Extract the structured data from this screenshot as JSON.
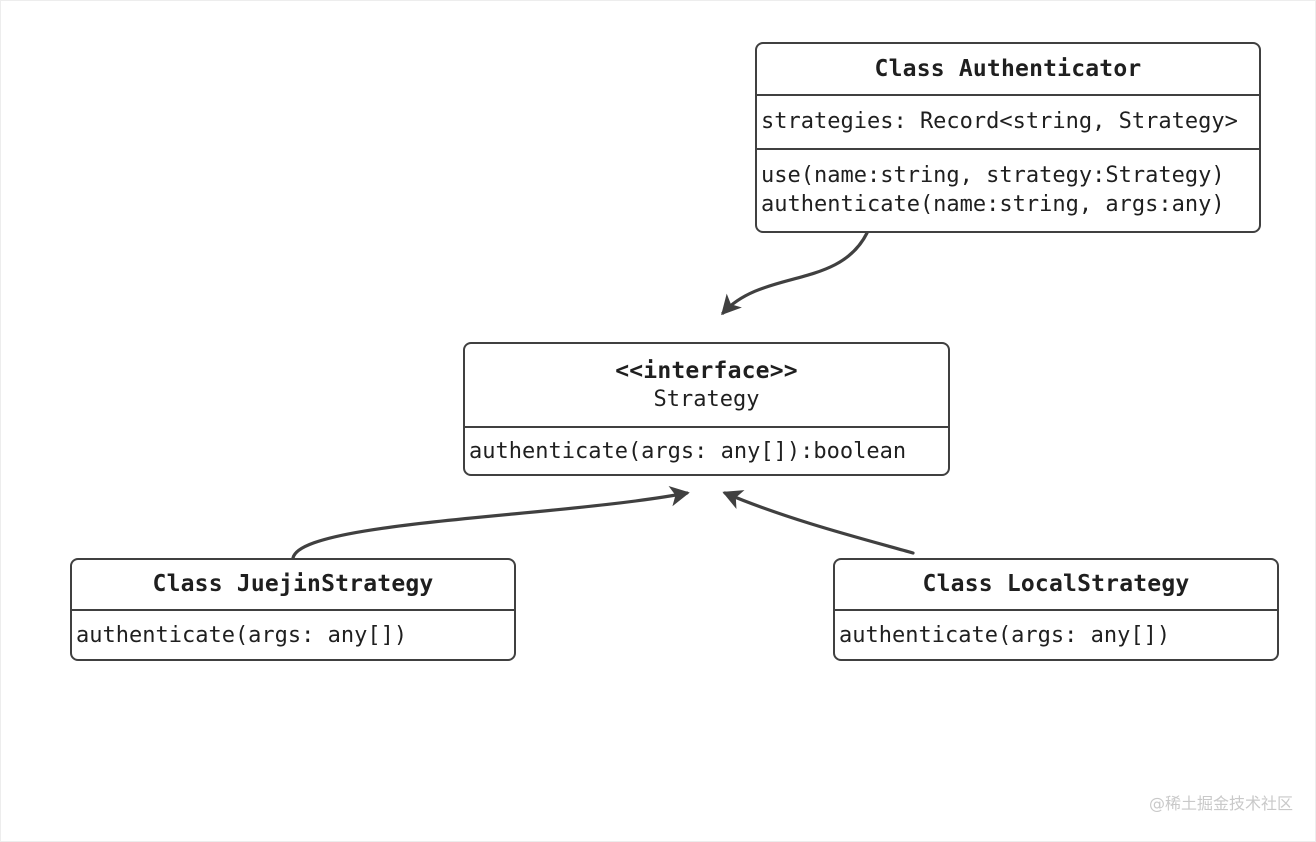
{
  "diagram": {
    "kind": "uml-class-diagram",
    "colors": {
      "background": "#ffffff",
      "stroke": "#404040",
      "text": "#1f1f1f",
      "watermark": "#c9c9c9"
    },
    "nodes": [
      {
        "id": "authenticator",
        "title": "Class Authenticator",
        "attributes": [
          "strategies: Record<string, Strategy>"
        ],
        "methods": [
          "use(name:string, strategy:Strategy)",
          "authenticate(name:string, args:any)"
        ]
      },
      {
        "id": "strategy",
        "stereotype": "<<interface>>",
        "title": "Strategy",
        "methods": [
          "authenticate(args: any[]):boolean"
        ]
      },
      {
        "id": "juejin",
        "title": "Class JuejinStrategy",
        "methods": [
          "authenticate(args: any[])"
        ]
      },
      {
        "id": "local",
        "title": "Class LocalStrategy",
        "methods": [
          "authenticate(args: any[])"
        ]
      }
    ],
    "edges": [
      {
        "id": "authenticator-to-strategy",
        "from": "authenticator",
        "to": "strategy",
        "type": "dependency-arrow"
      },
      {
        "id": "juejin-to-strategy",
        "from": "juejin",
        "to": "strategy",
        "type": "realization-arrow"
      },
      {
        "id": "local-to-strategy",
        "from": "local",
        "to": "strategy",
        "type": "realization-arrow"
      }
    ]
  },
  "watermark": {
    "text": "@稀土掘金技术社区"
  }
}
